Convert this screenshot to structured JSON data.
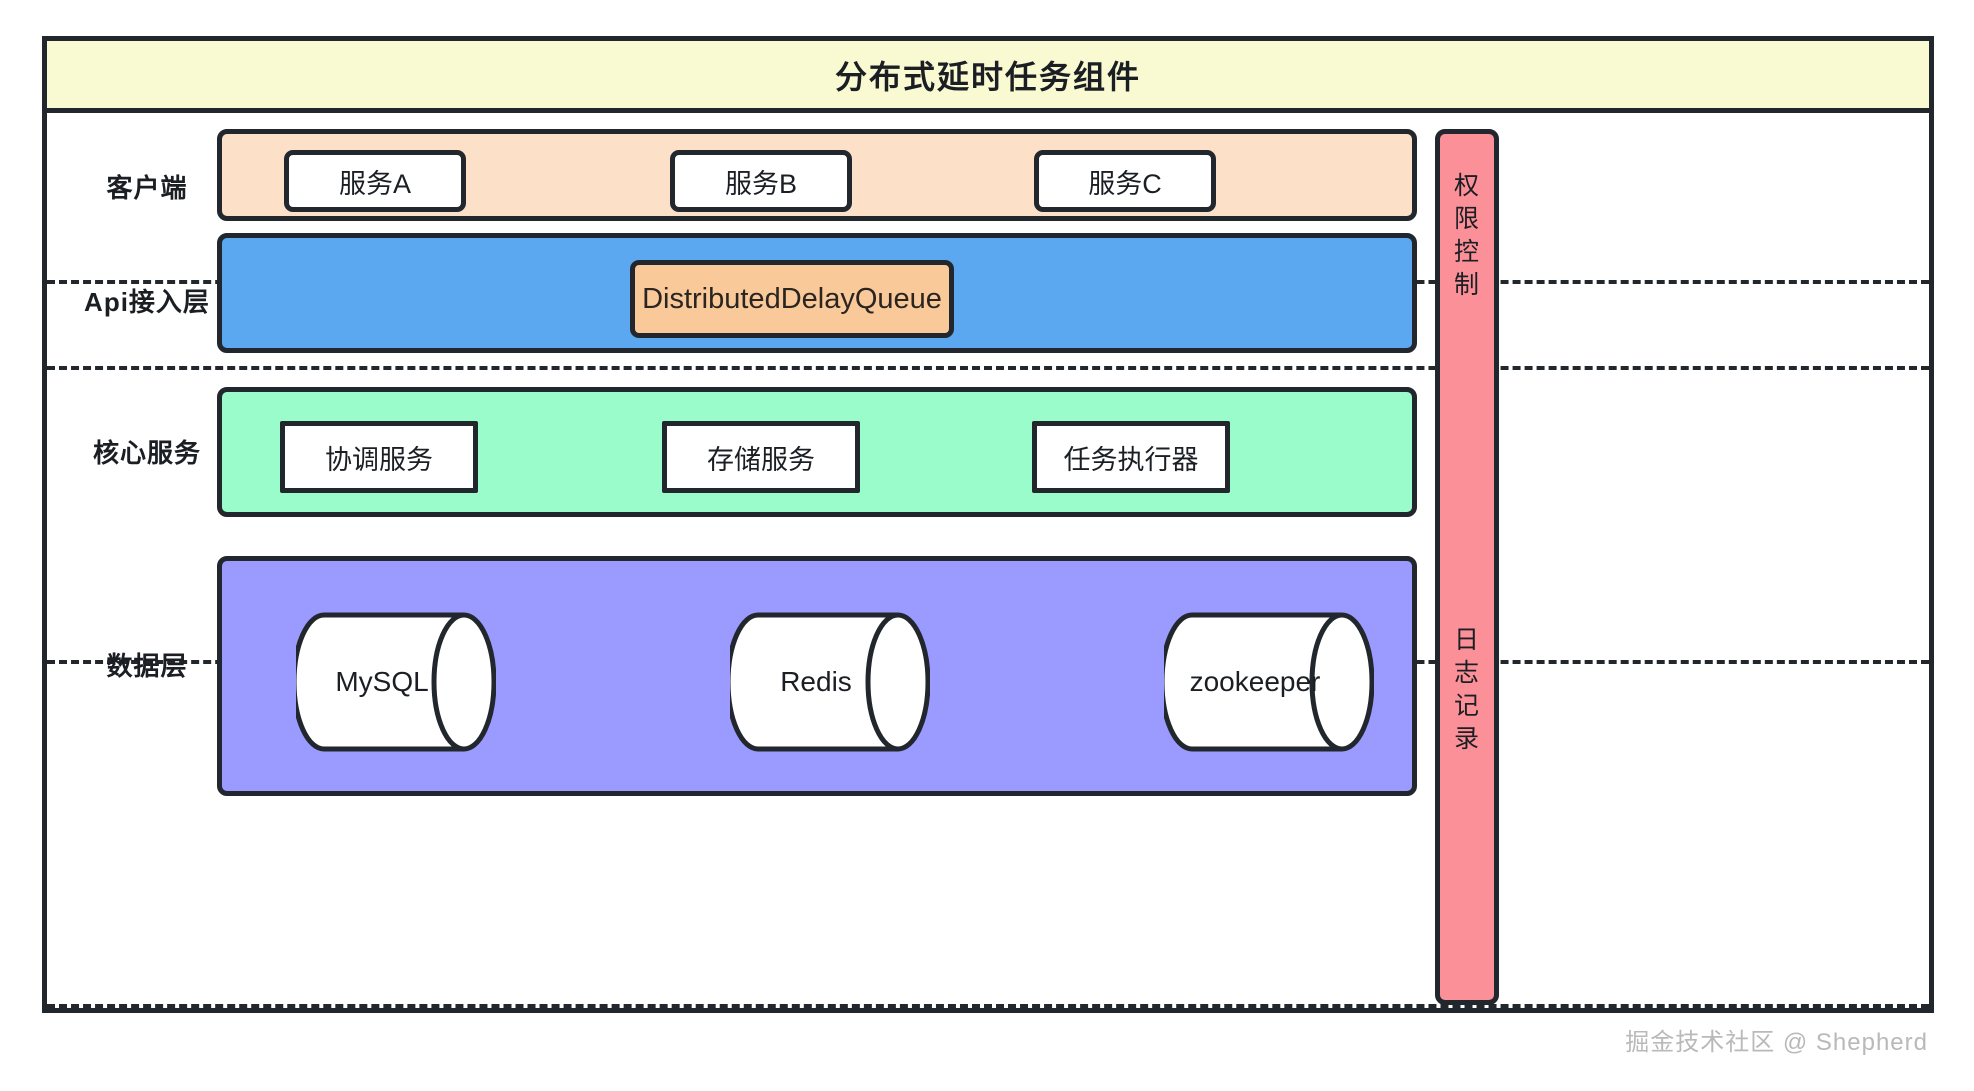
{
  "diagram": {
    "title": "分布式延时任务组件",
    "layers": [
      {
        "id": "client",
        "label": "客户端",
        "color": "#fce0c8",
        "nodes": [
          {
            "label": "服务A"
          },
          {
            "label": "服务B"
          },
          {
            "label": "服务C"
          }
        ]
      },
      {
        "id": "api",
        "label": "Api接入层",
        "color": "#5ca8f0",
        "nodes": [
          {
            "label": "DistributedDelayQueue",
            "color": "#fac99a"
          }
        ]
      },
      {
        "id": "core",
        "label": "核心服务",
        "color": "#9bfccb",
        "nodes": [
          {
            "label": "协调服务"
          },
          {
            "label": "存储服务"
          },
          {
            "label": "任务执行器"
          }
        ]
      },
      {
        "id": "data",
        "label": "数据层",
        "color": "#9b9bff",
        "nodes": [
          {
            "label": "MySQL",
            "shape": "cylinder"
          },
          {
            "label": "Redis",
            "shape": "cylinder"
          },
          {
            "label": "zookeeper",
            "shape": "cylinder"
          }
        ]
      }
    ],
    "sidebar": {
      "color": "#fc9098",
      "sections": [
        {
          "label": "权限控制",
          "chars": [
            "权",
            "限",
            "控",
            "制"
          ]
        },
        {
          "label": "日志记录",
          "chars": [
            "日",
            "志",
            "记",
            "录"
          ]
        }
      ]
    },
    "watermark": "掘金技术社区 @ Shepherd"
  }
}
